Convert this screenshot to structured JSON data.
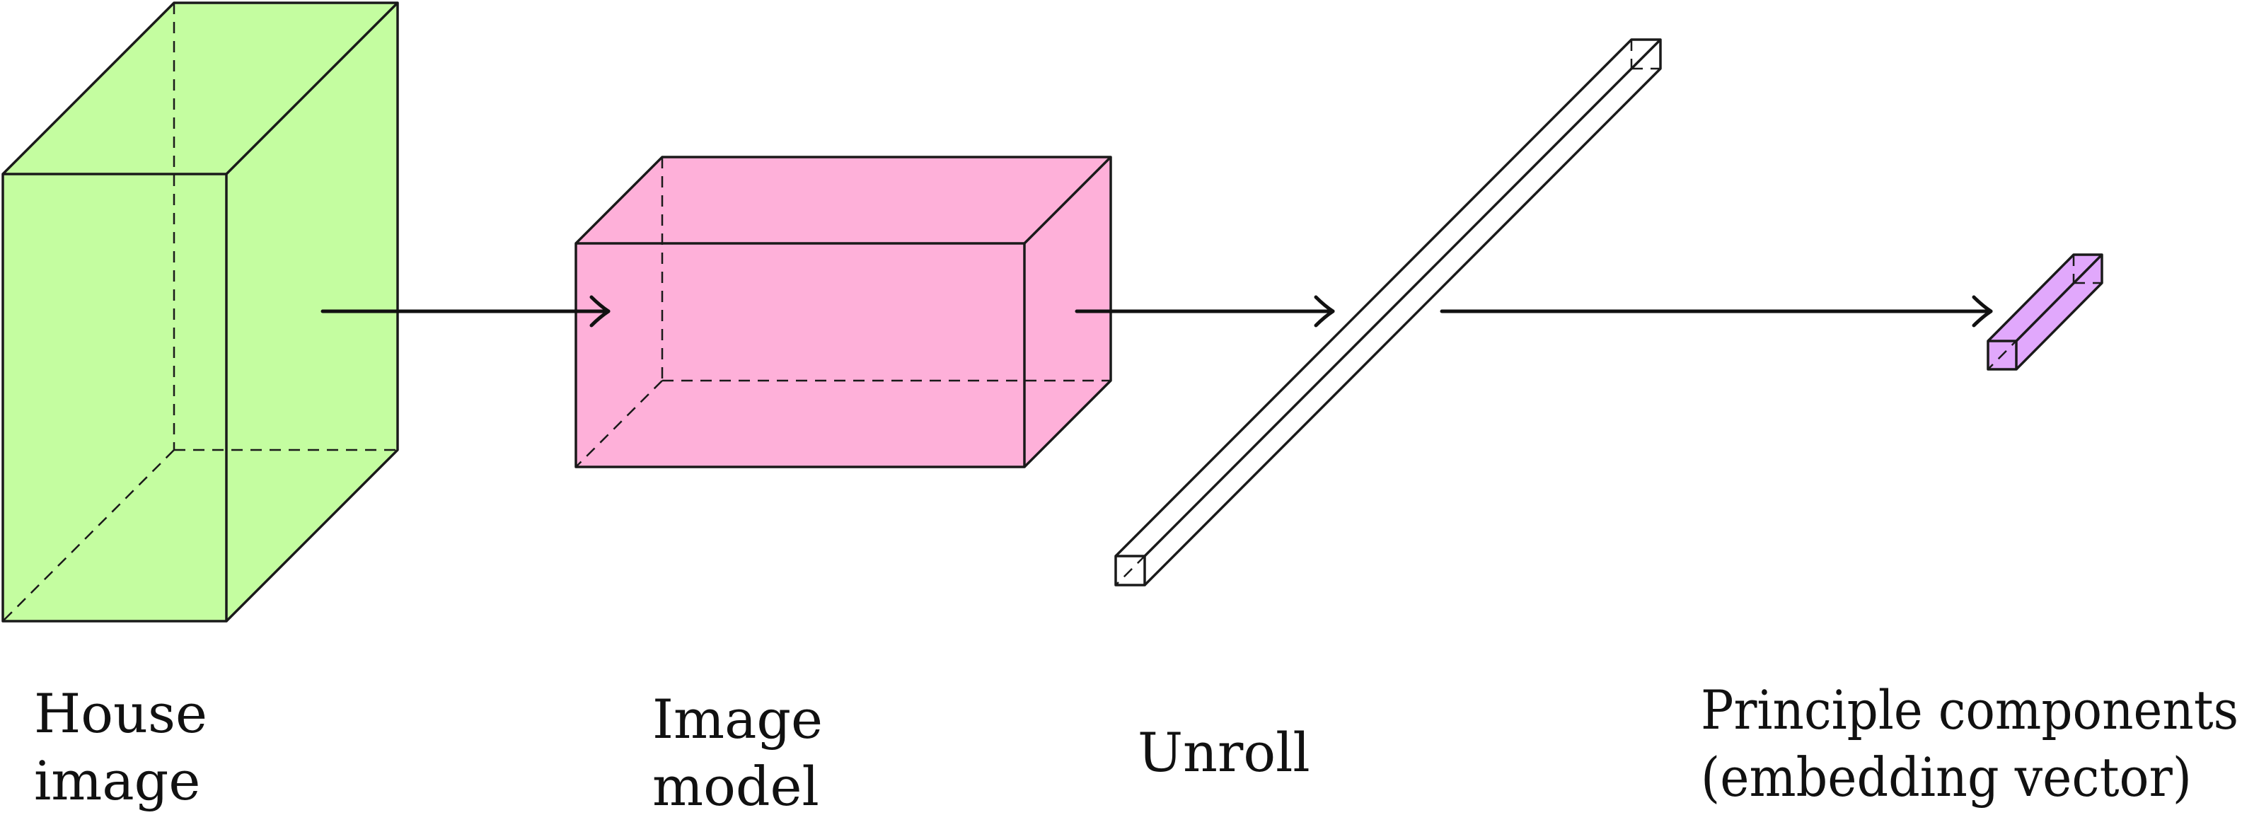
{
  "colors": {
    "house_image_fill": "#c4fda0",
    "image_model_fill": "#feb0d9",
    "unroll_fill": "#ffffff",
    "embedding_fill": "#e1a8fc",
    "stroke": "#1a1a1a"
  },
  "labels": {
    "house_image": {
      "line1": "House",
      "line2": "image"
    },
    "image_model": {
      "line1": "Image",
      "line2": "model"
    },
    "unroll": {
      "line1": "Unroll"
    },
    "principle_components": {
      "line1": "Principle components",
      "line2": "(embedding vector)"
    }
  }
}
